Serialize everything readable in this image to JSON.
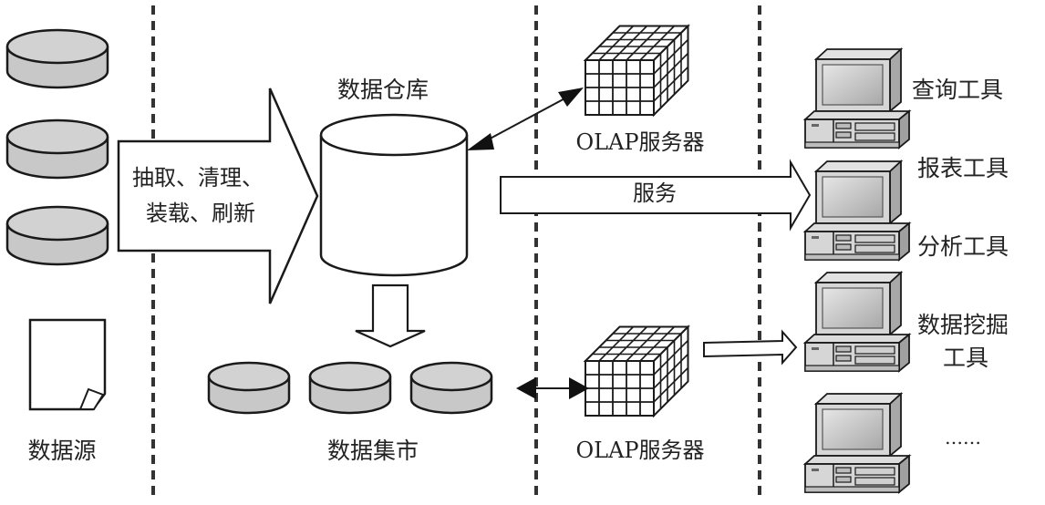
{
  "diagram": {
    "type": "data-warehouse-architecture",
    "zones": [
      "data-sources",
      "data-warehouse",
      "olap-servers",
      "front-end-tools"
    ],
    "source": {
      "label": "数据源",
      "database_count": 3,
      "has_document": true
    },
    "etl_arrow": {
      "line1": "抽取、清理、",
      "line2": "装载、刷新"
    },
    "warehouse": {
      "label": "数据仓库"
    },
    "data_marts": {
      "label": "数据集市",
      "count": 3
    },
    "olap_top": {
      "label": "OLAP服务器"
    },
    "olap_bottom": {
      "label": "OLAP服务器"
    },
    "service_arrow": {
      "label": "服务"
    },
    "tools": [
      {
        "label": "查询工具"
      },
      {
        "label": "报表工具"
      },
      {
        "label": "分析工具"
      },
      {
        "label": "数据挖掘",
        "label2": "工具"
      },
      {
        "label": "……"
      }
    ],
    "colors": {
      "stroke": "#1a1a1a",
      "disk_fill": "#c8c8c8",
      "disk_top": "#d2d2d2",
      "computer_fill": "#d6d6d6",
      "screen_fill": "#c4c4c4",
      "divider": "#333333"
    }
  }
}
